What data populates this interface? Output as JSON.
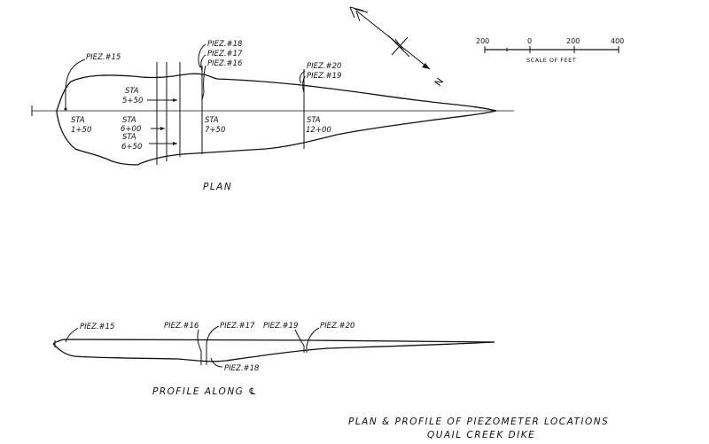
{
  "plan": {
    "title": "PLAN",
    "piezometers": [
      {
        "id": "p15",
        "label": "PIEZ.#15"
      },
      {
        "id": "p18",
        "label": "PIEZ.#18"
      },
      {
        "id": "p17",
        "label": "PIEZ.#17"
      },
      {
        "id": "p16",
        "label": "PIEZ.#16"
      },
      {
        "id": "p20",
        "label": "PIEZ.#20"
      },
      {
        "id": "p19",
        "label": "PIEZ.#19"
      }
    ],
    "stations": [
      {
        "id": "s150",
        "l1": "STA",
        "l2": "1+50"
      },
      {
        "id": "s550",
        "l1": "STA",
        "l2": "5+50"
      },
      {
        "id": "s600",
        "l1": "STA",
        "l2": "6+00"
      },
      {
        "id": "s650",
        "l1": "STA",
        "l2": "6+50"
      },
      {
        "id": "s750",
        "l1": "STA",
        "l2": "7+50"
      },
      {
        "id": "s1200",
        "l1": "STA",
        "l2": "12+00"
      }
    ]
  },
  "scale": {
    "ticks": [
      "200",
      "0",
      "200",
      "400"
    ],
    "caption": "SCALE OF FEET"
  },
  "north_arrow": {
    "label": "N"
  },
  "profile": {
    "title": "PROFILE ALONG ℄",
    "piezometers": [
      {
        "id": "p15",
        "label": "PIEZ.#15"
      },
      {
        "id": "p16",
        "label": "PIEZ.#16"
      },
      {
        "id": "p17",
        "label": "PIEZ.#17"
      },
      {
        "id": "p19",
        "label": "PIEZ.#19"
      },
      {
        "id": "p20",
        "label": "PIEZ.#20"
      },
      {
        "id": "p18",
        "label": "PIEZ.#18"
      }
    ]
  },
  "drawing_title": {
    "line1": "PLAN & PROFILE OF PIEZOMETER LOCATIONS",
    "line2": "QUAIL CREEK DIKE"
  }
}
